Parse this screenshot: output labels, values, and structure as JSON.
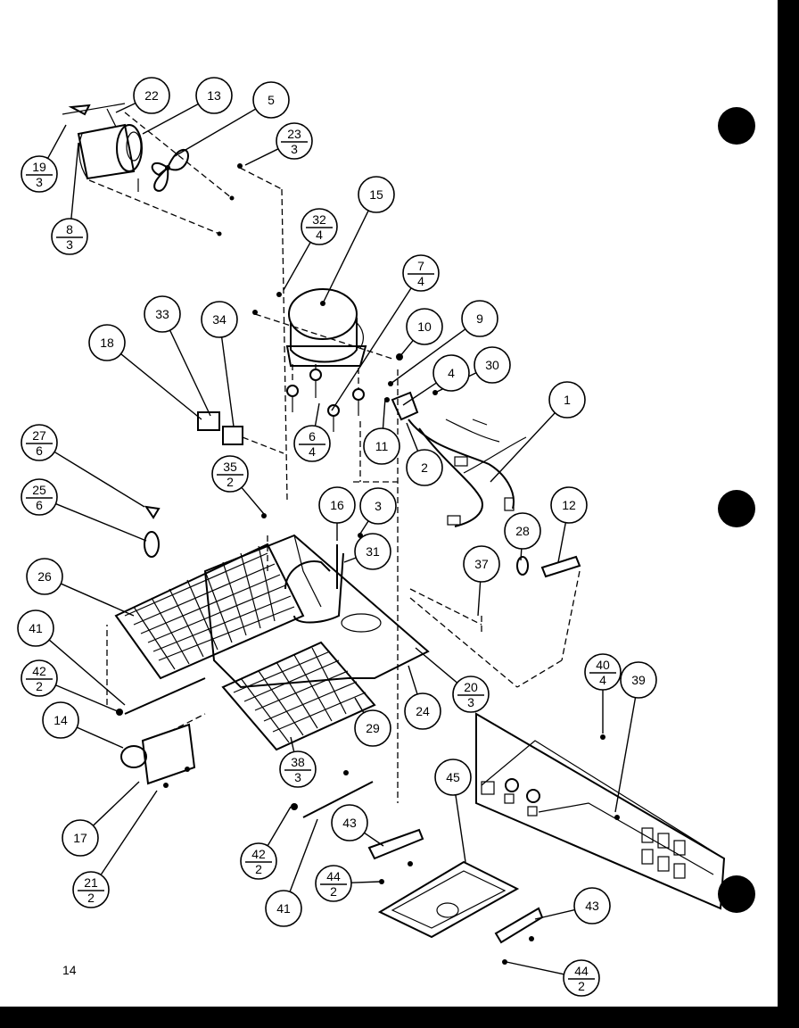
{
  "diagram": {
    "page_number": "14",
    "callouts": [
      {
        "id": "22",
        "label": "22"
      },
      {
        "id": "13",
        "label": "13"
      },
      {
        "id": "5",
        "label": "5"
      },
      {
        "id": "23-3",
        "label": "23",
        "sub": "3"
      },
      {
        "id": "19-3",
        "label": "19",
        "sub": "3"
      },
      {
        "id": "8-3",
        "label": "8",
        "sub": "3"
      },
      {
        "id": "15",
        "label": "15"
      },
      {
        "id": "32-4",
        "label": "32",
        "sub": "4"
      },
      {
        "id": "7-4",
        "label": "7",
        "sub": "4"
      },
      {
        "id": "10",
        "label": "10"
      },
      {
        "id": "9",
        "label": "9"
      },
      {
        "id": "30",
        "label": "30"
      },
      {
        "id": "4",
        "label": "4"
      },
      {
        "id": "1",
        "label": "1"
      },
      {
        "id": "18",
        "label": "18"
      },
      {
        "id": "33",
        "label": "33"
      },
      {
        "id": "34",
        "label": "34"
      },
      {
        "id": "6-4",
        "label": "6",
        "sub": "4"
      },
      {
        "id": "11",
        "label": "11"
      },
      {
        "id": "2",
        "label": "2"
      },
      {
        "id": "27-6",
        "label": "27",
        "sub": "6"
      },
      {
        "id": "35-2",
        "label": "35",
        "sub": "2"
      },
      {
        "id": "25-6",
        "label": "25",
        "sub": "6"
      },
      {
        "id": "16",
        "label": "16"
      },
      {
        "id": "3",
        "label": "3"
      },
      {
        "id": "12",
        "label": "12"
      },
      {
        "id": "28",
        "label": "28"
      },
      {
        "id": "31",
        "label": "31"
      },
      {
        "id": "37",
        "label": "37"
      },
      {
        "id": "26",
        "label": "26"
      },
      {
        "id": "41a",
        "label": "41"
      },
      {
        "id": "42-2a",
        "label": "42",
        "sub": "2"
      },
      {
        "id": "20-3",
        "label": "20",
        "sub": "3"
      },
      {
        "id": "40-4",
        "label": "40",
        "sub": "4"
      },
      {
        "id": "39",
        "label": "39"
      },
      {
        "id": "24",
        "label": "24"
      },
      {
        "id": "14",
        "label": "14"
      },
      {
        "id": "29",
        "label": "29"
      },
      {
        "id": "38-3",
        "label": "38",
        "sub": "3"
      },
      {
        "id": "45",
        "label": "45"
      },
      {
        "id": "17",
        "label": "17"
      },
      {
        "id": "43a",
        "label": "43"
      },
      {
        "id": "42-2b",
        "label": "42",
        "sub": "2"
      },
      {
        "id": "21-2",
        "label": "21",
        "sub": "2"
      },
      {
        "id": "44-2a",
        "label": "44",
        "sub": "2"
      },
      {
        "id": "41b",
        "label": "41"
      },
      {
        "id": "43b",
        "label": "43"
      },
      {
        "id": "44-2b",
        "label": "44",
        "sub": "2"
      }
    ]
  }
}
